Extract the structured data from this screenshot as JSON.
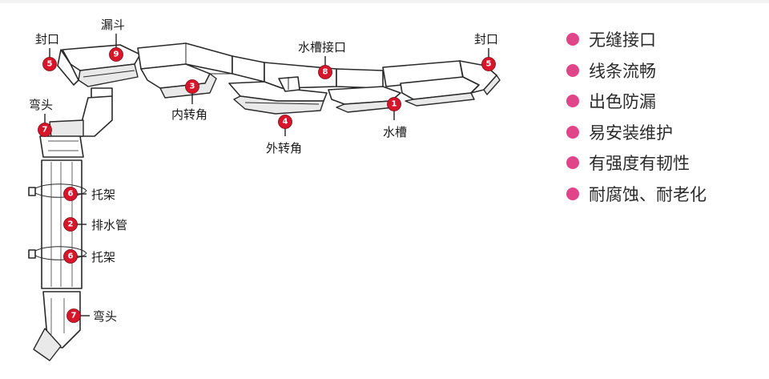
{
  "colors": {
    "marker": "#d8162b",
    "bullet": "#e0458a",
    "line": "#2a2a2a"
  },
  "labels": {
    "fengkou_left": "封口",
    "loudou": "漏斗",
    "neizhuanjiao": "内转角",
    "waizhuanjiao": "外转角",
    "shuicao_jiekou": "水槽接口",
    "shuicao": "水槽",
    "fengkou_right": "封口",
    "wantou_top": "弯头",
    "tuojia_top": "托架",
    "paishuiguan": "排水管",
    "tuojia_bottom": "托架",
    "wantou_bottom": "弯头"
  },
  "markers": {
    "fengkou_left": "5",
    "loudou": "9",
    "neizhuanjiao": "3",
    "waizhuanjiao": "4",
    "shuicao_jiekou": "8",
    "shuicao": "1",
    "fengkou_right": "5",
    "wantou_top": "7",
    "tuojia_top": "6",
    "paishuiguan": "2",
    "tuojia_bottom": "6",
    "wantou_bottom": "7"
  },
  "features": [
    "无缝接口",
    "线条流畅",
    "出色防漏",
    "易安装维护",
    "有强度有韧性",
    "耐腐蚀、耐老化"
  ]
}
